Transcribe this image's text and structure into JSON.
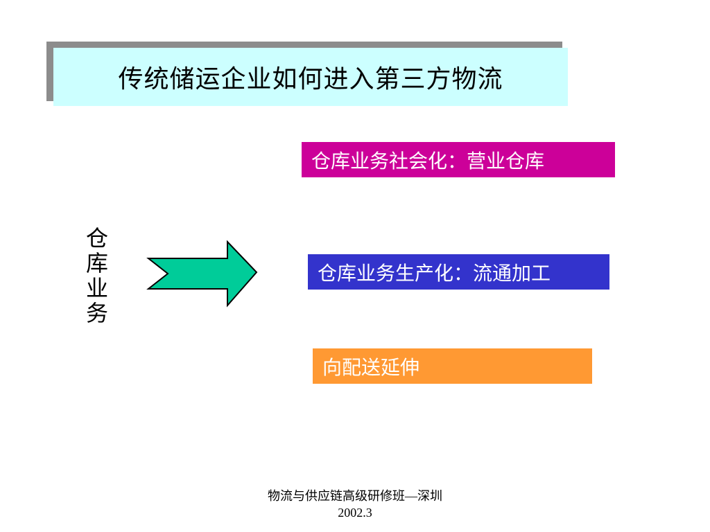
{
  "title": "传统储运企业如何进入第三方物流",
  "left_label_chars": [
    "仓",
    "库",
    "业",
    "务"
  ],
  "boxes": [
    {
      "text": "仓库业务社会化：营业仓库",
      "color": "#cc0099"
    },
    {
      "text": "仓库业务生产化：流通加工",
      "color": "#3333cc"
    },
    {
      "text": "向配送延伸",
      "color": "#ff9933"
    }
  ],
  "arrow": {
    "color": "#00cc99"
  },
  "footer": {
    "line1": "物流与供应链高级研修班—深圳",
    "line2": "2002.3"
  },
  "colors": {
    "title_background": "#ccffff",
    "title_shadow": "#8c8c8c"
  }
}
